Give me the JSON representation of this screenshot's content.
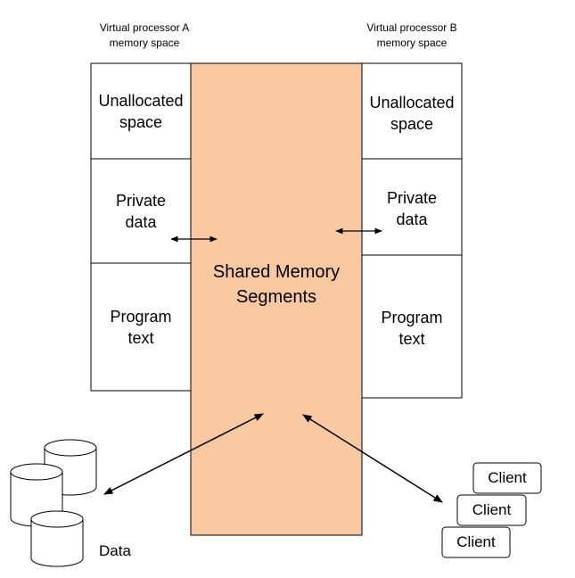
{
  "processor_a": {
    "heading_line1": "Virtual processor A",
    "heading_line2": "memory space",
    "unallocated": [
      "Unallocated",
      "space"
    ],
    "private": [
      "Private",
      "data"
    ],
    "program": [
      "Program",
      "text"
    ]
  },
  "processor_b": {
    "heading_line1": "Virtual processor B",
    "heading_line2": "memory space",
    "unallocated": [
      "Unallocated",
      "space"
    ],
    "private": [
      "Private",
      "data"
    ],
    "program": [
      "Program",
      "text"
    ]
  },
  "shared": {
    "line1": "Shared Memory",
    "line2": "Segments",
    "fill": "#F8C9A0"
  },
  "data_label": "Data",
  "clients": [
    "Client",
    "Client",
    "Client"
  ]
}
